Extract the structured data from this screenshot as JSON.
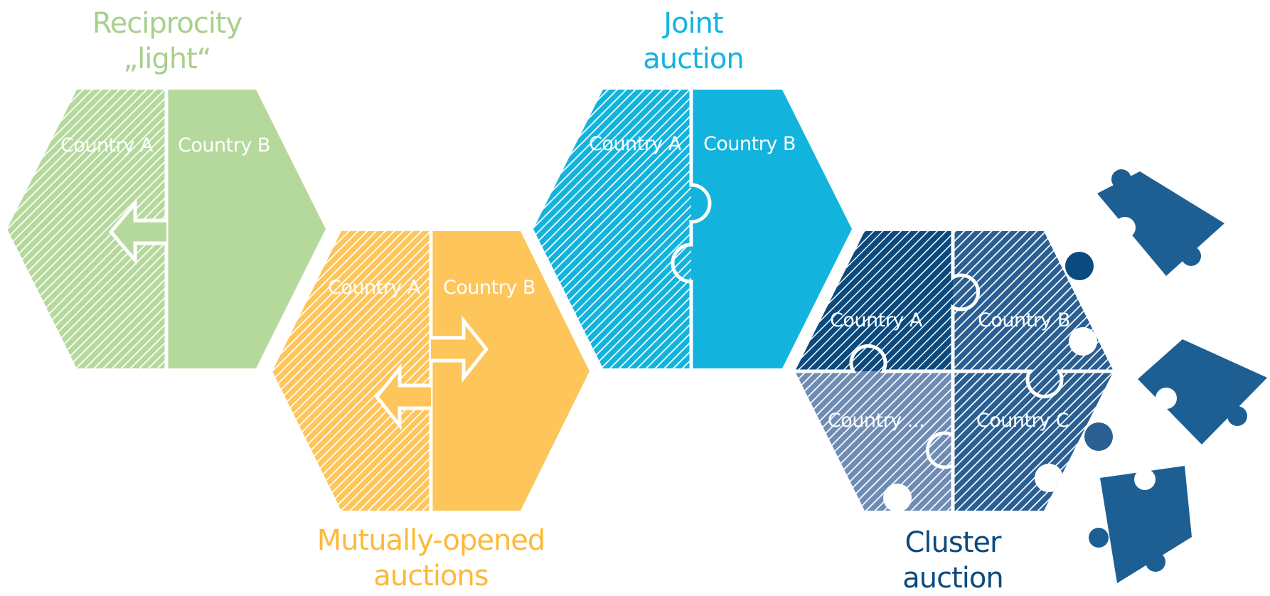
{
  "colors": {
    "green": "#b5d99c",
    "yellow": "#fdc55a",
    "cyan": "#12b4dd",
    "navy": "#0b4a7e",
    "steel": "#2a5f93",
    "light_steel": "#6f8cb5",
    "puzzle": "#1d5f93"
  },
  "reciprocity": {
    "title_line1": "Reciprocity",
    "title_line2": "„light“",
    "country_a": "Country A",
    "country_b": "Country B"
  },
  "mutual": {
    "title_line1": "Mutually-opened",
    "title_line2": "auctions",
    "country_a": "Country A",
    "country_b": "Country B"
  },
  "joint": {
    "title_line1": "Joint",
    "title_line2": "auction",
    "country_a": "Country A",
    "country_b": "Country B"
  },
  "cluster": {
    "title_line1": "Cluster",
    "title_line2": "auction",
    "country_a": "Country A",
    "country_b": "Country B",
    "country_c": "Country C",
    "country_more": "Country ..."
  }
}
